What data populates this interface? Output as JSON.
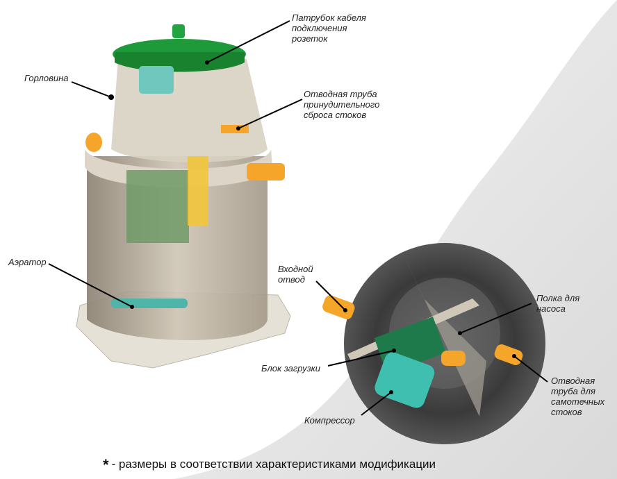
{
  "labels": {
    "neck": "Горловина",
    "cable_pipe": "Патрубок кабеля\nподключения\nрозеток",
    "forced_outlet": "Отводная труба\nпринудительного\nсброса стоков",
    "aerator": "Аэратор",
    "inlet": "Входной\nотвод",
    "pump_shelf": "Полка для\nнасоса",
    "media_block": "Блок загрузки",
    "compressor": "Компрессор",
    "gravity_outlet": "Отводная\nтруба для\nсамотечных\nстоков"
  },
  "footnote": {
    "asterisk": "*",
    "text": "- размеры в соответствии характеристиками модификации"
  },
  "colors": {
    "lid": "#1f9a3a",
    "pipe": "#f4a52a",
    "compressor": "#3fbfb0",
    "media": "#1e7a4a"
  }
}
